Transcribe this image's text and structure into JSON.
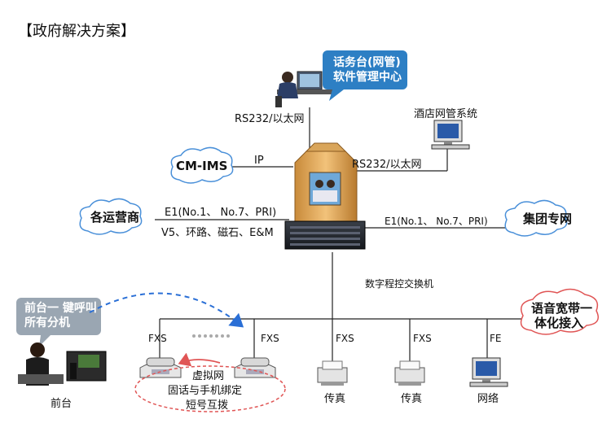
{
  "title": "【政府解决方案】",
  "console_bubble": {
    "line1": "话务台(网管)",
    "line2": "软件管理中心"
  },
  "links": {
    "rs232_top": "RS232/以太网",
    "rs232_right": "RS232/以太网",
    "ip": "IP",
    "e1_left": "E1(No.1、 No.7、PRI)",
    "v5": "V5、环路、磁石、E&M",
    "e1_right": "E1(No.1、 No.7、PRI)"
  },
  "clouds": {
    "cm_ims": "CM-IMS",
    "operators": "各运营商",
    "group_network": "集团专网",
    "voice_broadband_line1": "语音宽带一",
    "voice_broadband_line2": "体化接入"
  },
  "hotel_nms": "酒店网管系统",
  "switch_label": "数字程控交换机",
  "reception_bubble": {
    "line1": "前台一 键呼叫",
    "line2": "所有分机"
  },
  "reception_label": "前台",
  "ports": {
    "fxs1": "FXS",
    "fxs2": "FXS",
    "fxs3": "FXS",
    "fxs4": "FXS",
    "fe": "FE"
  },
  "virtual_net": {
    "line1": "虚拟网",
    "line2": "固话与手机绑定",
    "line3": "短号互拨"
  },
  "devices": {
    "fax1": "传真",
    "fax2": "传真",
    "network": "网络"
  },
  "colors": {
    "bubble_blue": "#2d7fc4",
    "dashed_arrow": "#2a6fd6",
    "ellipse_red": "#e05555",
    "cloud_stroke": "#4a90d9"
  }
}
